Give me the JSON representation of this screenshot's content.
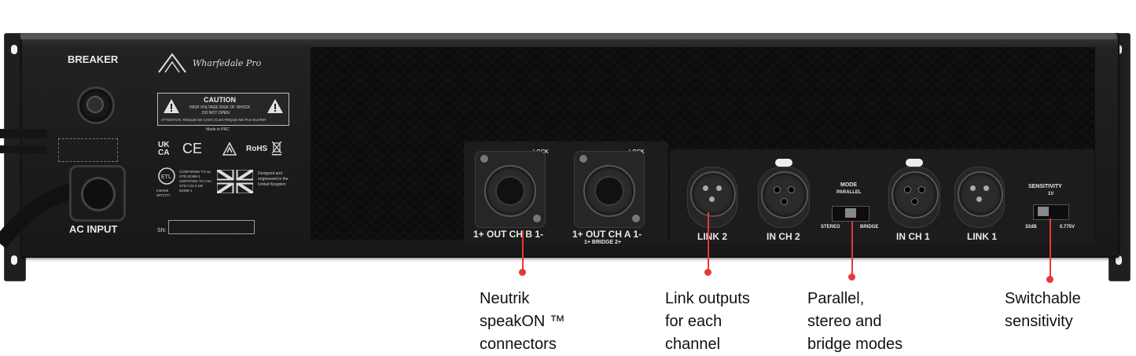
{
  "panel": {
    "brand": "Wharfedale Pro",
    "breaker_label": "BREAKER",
    "ac_input_label": "AC INPUT",
    "caution_title": "CAUTION",
    "caution_line1": "HIGH VOLTAGE RISK OF SHOCK",
    "caution_line2": "DO NOT OPEN",
    "attention_text": "ATTENTION: RISQUE DE CHOC ELECTRIQUE-NE PAS OUVRIR",
    "made_in": "Made in PRC",
    "ukca": "UK CA",
    "ce": "CE",
    "rohs": "RoHS",
    "conforms_text": "CONFORMS TO UL STD 62368-1 CERTIFIED TO CSA STD C22.2 NO 62368-1",
    "intertek_text": "Intertek 3071777",
    "designed_text": "Designed and engineered in the United Kingdom",
    "sn_label": "SN:",
    "lock_b": "LOCK",
    "lock_a": "LOCK",
    "out_ch_b": "1+  OUT CH B  1-",
    "out_ch_a": "1+  OUT CH A  1-",
    "bridge_label": "1+   BRIDGE   2+",
    "link2": "LINK 2",
    "in_ch2": "IN CH 2",
    "mode_label": "MODE",
    "parallel_label": "PARALLEL",
    "stereo_label": "STEREO",
    "bridge_mode_label": "BRIDGE",
    "in_ch1": "IN CH 1",
    "link1": "LINK 1",
    "sensitivity_label": "SENSITIVITY",
    "sens_1v": "1V",
    "sens_32db": "32dB",
    "sens_0775v": "0.775V"
  },
  "callouts": {
    "speakon": "Neutrik\nspeakON ™\nconnectors",
    "link": "Link outputs\nfor each\nchannel",
    "modes": "Parallel,\nstereo and\nbridge modes",
    "sensitivity": "Switchable\nsensitivity"
  },
  "colors": {
    "leader": "#e53935",
    "chassis": "#1c1c1c",
    "label_text": "#e8e8e8"
  }
}
